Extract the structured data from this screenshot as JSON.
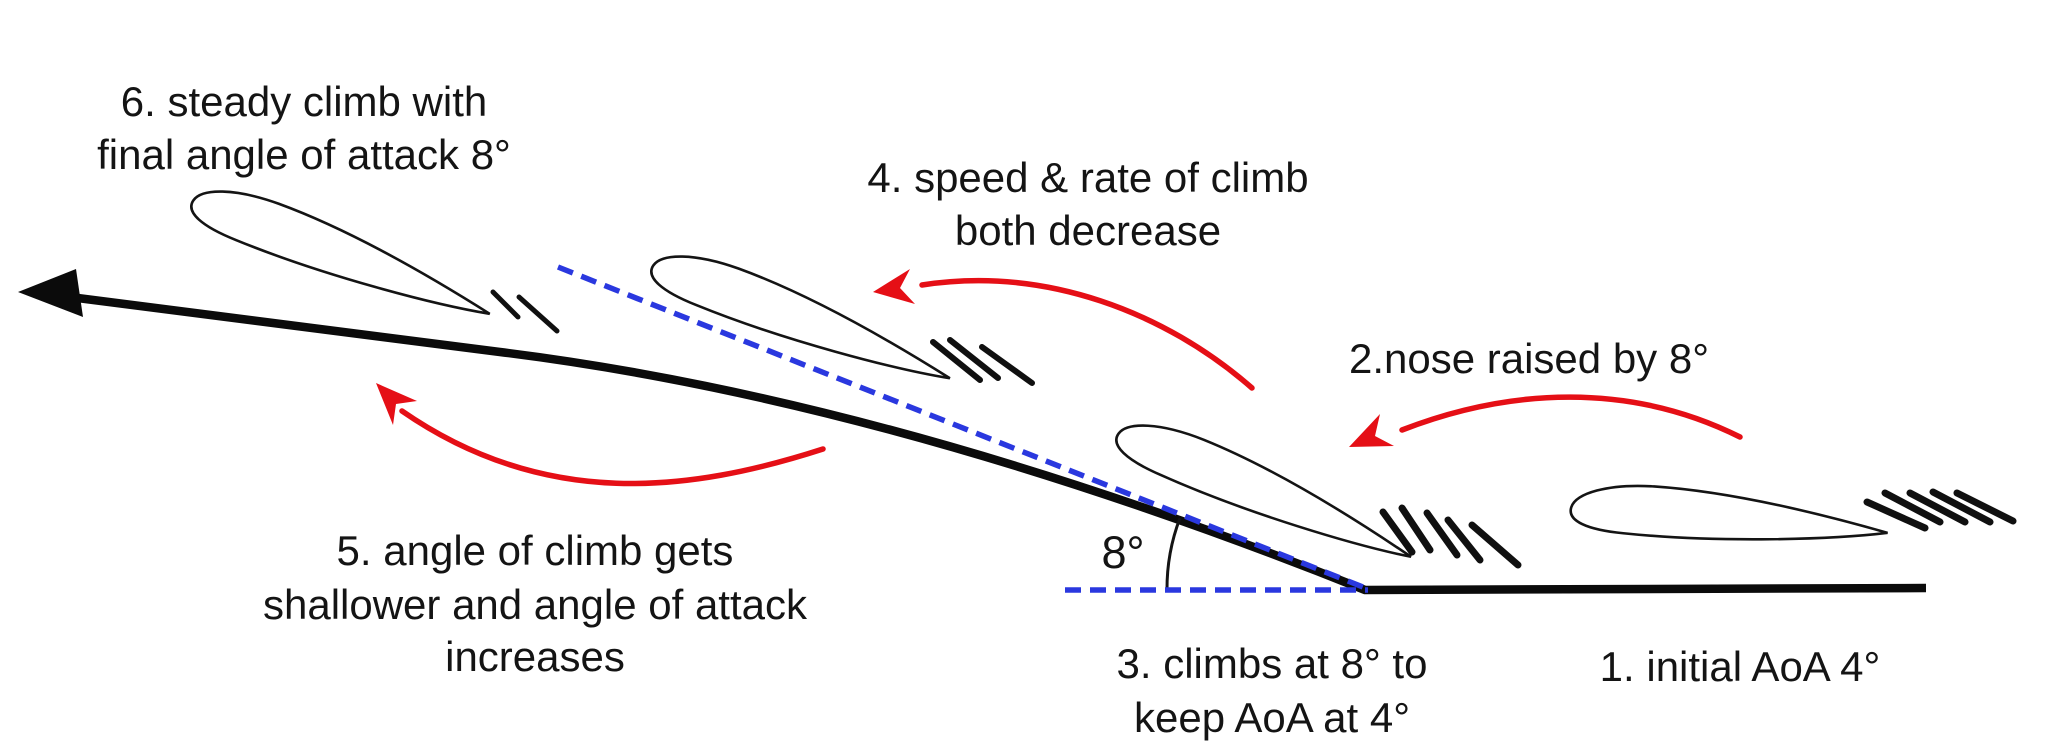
{
  "diagram": {
    "background": "#ffffff",
    "colors": {
      "ink": "#141414",
      "path_black": "#0b0b0b",
      "red": "#e50f16",
      "blue": "#2a38df"
    },
    "labels": {
      "step1": {
        "line1": "1. initial AoA 4°"
      },
      "step2": {
        "line1": "2.nose raised by 8°"
      },
      "step3": {
        "line1": "3. climbs at 8° to",
        "line2": "keep AoA at 4°"
      },
      "step4": {
        "line1": "4. speed & rate of climb",
        "line2": "both decrease"
      },
      "step5": {
        "line1": "5. angle of climb gets",
        "line2": "shallower and angle of attack",
        "line3": "increases"
      },
      "step6": {
        "line1": "6. steady climb with",
        "line2": "final angle of attack 8°"
      },
      "climb_angle": "8°"
    }
  }
}
